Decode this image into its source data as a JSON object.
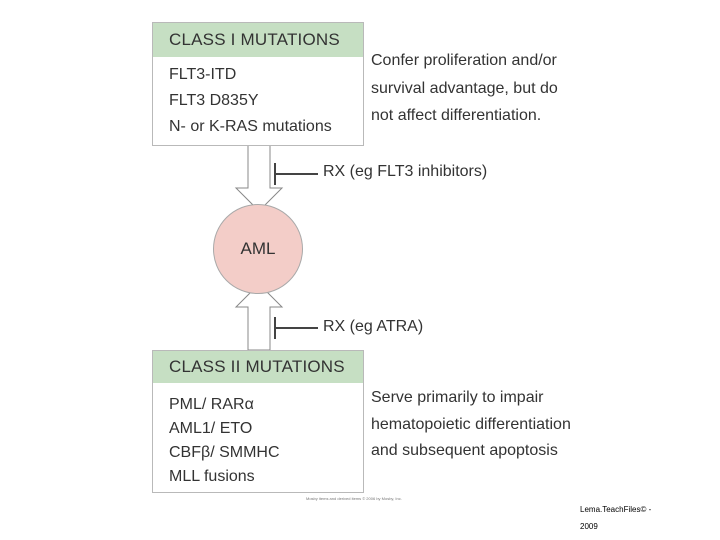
{
  "class1": {
    "header": "CLASS I MUTATIONS",
    "items": [
      "FLT3-ITD",
      "FLT3 D835Y",
      "N- or K-RAS mutations"
    ],
    "description": [
      "Confer proliferation and/or",
      "survival advantage, but do",
      "not affect differentiation."
    ]
  },
  "therapy1": "RX (eg FLT3 inhibitors)",
  "center": "AML",
  "therapy2": "RX (eg ATRA)",
  "class2": {
    "header": "CLASS II MUTATIONS",
    "items": [
      "PML/ RARα",
      "AML1/ ETO",
      "CBFβ/ SMMHC",
      "MLL fusions"
    ],
    "description": [
      "Serve primarily to impair",
      "hematopoietic differentiation",
      "and subsequent apoptosis"
    ]
  },
  "credit": "Mosby items and derived items © 2006 by Mosby, Inc.",
  "footer": [
    "Lema.TeachFiles© -",
    "2009"
  ],
  "colors": {
    "header_fill": "#c6dfc3",
    "aml_fill": "#f3cdc8",
    "border": "#b9b9b9",
    "text": "#333333"
  }
}
